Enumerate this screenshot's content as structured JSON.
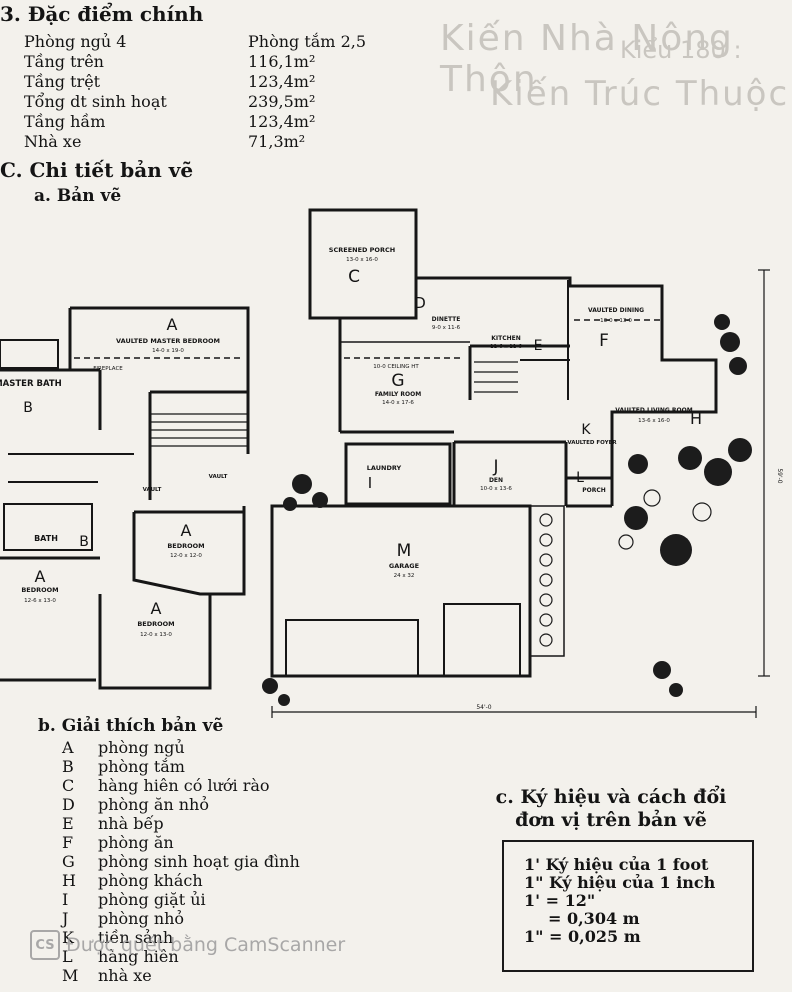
{
  "sections": {
    "specs_title": "3. Đặc điểm chính",
    "drawing_title": "C. Chi tiết bản vẽ",
    "subsection_a": "a. Bản vẽ",
    "subsection_b": "b. Giải thích bản vẽ"
  },
  "specs": [
    {
      "label": "Phòng ngủ 4",
      "value": "Phòng tắm 2,5"
    },
    {
      "label": "Tầng trên",
      "value": "116,1m²"
    },
    {
      "label": "Tầng trệt",
      "value": "123,4m²"
    },
    {
      "label": "Tổng dt sinh hoạt",
      "value": "239,5m²"
    },
    {
      "label": "Tầng hầm",
      "value": "123,4m²"
    },
    {
      "label": "Nhà xe",
      "value": "71,3m²"
    }
  ],
  "bleed_through": {
    "model": "Kiểu 180 :",
    "line1": "Kiến Nhà Nông Thôn",
    "line2": "Kiến Trúc Thuộc"
  },
  "plan_labels": {
    "screened_porch": {
      "letter": "C",
      "name": "SCREENED PORCH",
      "dim": "13-0 x 16-0"
    },
    "dinette": {
      "letter": "D",
      "name": "DINETTE",
      "dim": "9-0 x 11-6"
    },
    "kitchen": {
      "letter": "E",
      "name": "KITCHEN",
      "dim": "11-6 x 11-6"
    },
    "dining": {
      "letter": "F",
      "name": "VAULTED DINING",
      "dim": "13-0 x 13-0"
    },
    "family": {
      "letter": "G",
      "name": "FAMILY ROOM",
      "dim": "14-0 x 17-6",
      "note": "10-0 CEILING HT"
    },
    "living": {
      "letter": "H",
      "name": "VAULTED LIVING ROOM",
      "dim": "13-6 x 16-0"
    },
    "laundry": {
      "letter": "I",
      "name": "LAUNDRY"
    },
    "den": {
      "letter": "J",
      "name": "DEN",
      "dim": "10-0 x 13-6"
    },
    "foyer": {
      "letter": "K",
      "name": "VAULTED FOYER"
    },
    "porch": {
      "letter": "L",
      "name": "PORCH"
    },
    "garage": {
      "letter": "M",
      "name": "GARAGE",
      "dim": "24 x 32"
    },
    "master_bedroom": {
      "letter": "A",
      "name": "VAULTED MASTER BEDROOM",
      "dim": "14-0 x 19-0"
    },
    "master_bath": {
      "letter": "B",
      "name": "MASTER BATH"
    },
    "bath": {
      "letter": "B",
      "name": "BATH"
    },
    "bedroom_center": {
      "letter": "A",
      "name": "BEDROOM",
      "dim": "12-0 x 12-0"
    },
    "bedroom_left": {
      "letter": "A",
      "name": "BEDROOM",
      "dim": "12-6 x 13-0"
    },
    "bedroom_bottom": {
      "letter": "A",
      "name": "BEDROOM",
      "dim": "12-0 x 13-0"
    },
    "vault_left": "VAULT",
    "vault_right": "VAULT",
    "fireplace": "FIREPLACE",
    "dim_width": "54'-0",
    "dim_depth": "59'-0"
  },
  "legend": [
    {
      "key": "A",
      "text": "phòng ngủ"
    },
    {
      "key": "B",
      "text": "phòng tắm"
    },
    {
      "key": "C",
      "text": "hàng hiên có lưới rào"
    },
    {
      "key": "D",
      "text": "phòng ăn nhỏ"
    },
    {
      "key": "E",
      "text": "nhà bếp"
    },
    {
      "key": "F",
      "text": "phòng ăn"
    },
    {
      "key": "G",
      "text": "phòng sinh hoạt gia đình"
    },
    {
      "key": "H",
      "text": "phòng khách"
    },
    {
      "key": "I",
      "text": "phòng giặt ủi"
    },
    {
      "key": "J",
      "text": "phòng nhỏ"
    },
    {
      "key": "K",
      "text": "tiền sảnh"
    },
    {
      "key": "L",
      "text": "hàng hiên"
    },
    {
      "key": "M",
      "text": "nhà xe"
    }
  ],
  "notation": {
    "title_line1": "c. Ký hiệu và cách đổi",
    "title_line2": "đơn vị trên bản vẽ",
    "line1": "1' Ký hiệu của 1 foot",
    "line2": "1\" Ký hiệu của 1 inch",
    "line3": "1' = 12\"",
    "line4": "= 0,304 m",
    "line5": "1\" = 0,025 m"
  },
  "watermark": {
    "logo": "CS",
    "text": "Được quét bằng CamScanner"
  }
}
